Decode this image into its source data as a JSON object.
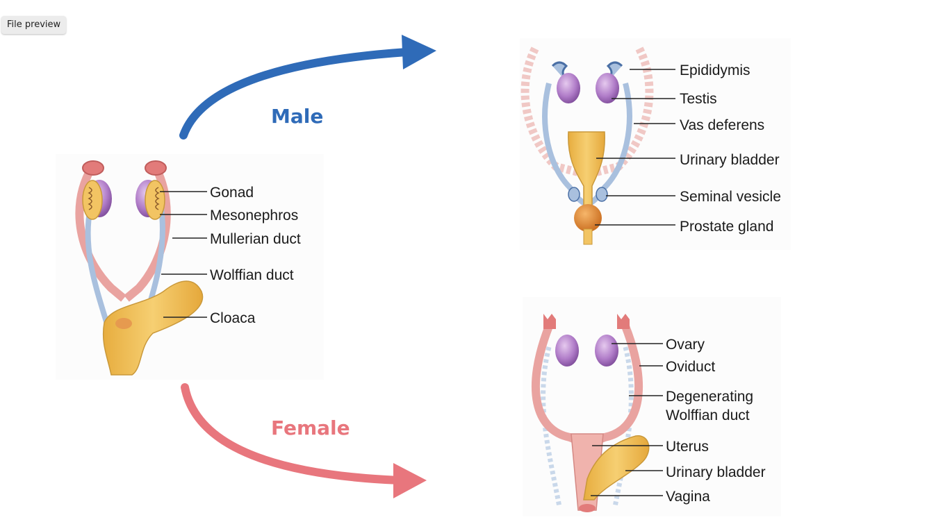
{
  "badge": {
    "label": "File preview"
  },
  "arrows": {
    "male": {
      "label": "Male",
      "color": "#2f6bb8"
    },
    "female": {
      "label": "Female",
      "color": "#e8767d"
    }
  },
  "indifferent": {
    "labels": [
      "Gonad",
      "Mesonephros",
      "Mullerian duct",
      "Wolffian duct",
      "Cloaca"
    ]
  },
  "male": {
    "labels": [
      "Epididymis",
      "Testis",
      "Vas deferens",
      "Urinary bladder",
      "Seminal vesicle",
      "Prostate gland"
    ]
  },
  "female": {
    "labels": [
      "Ovary",
      "Oviduct",
      "Degenerating",
      "Wolffian duct",
      "Uterus",
      "Urinary bladder",
      "Vagina"
    ]
  },
  "colors": {
    "pink_duct": "#e9a3a0",
    "blue_duct": "#a9c0de",
    "bladder": "#f2c463",
    "gonad_purple": "#b07cc8",
    "prostate": "#e38a2a"
  }
}
